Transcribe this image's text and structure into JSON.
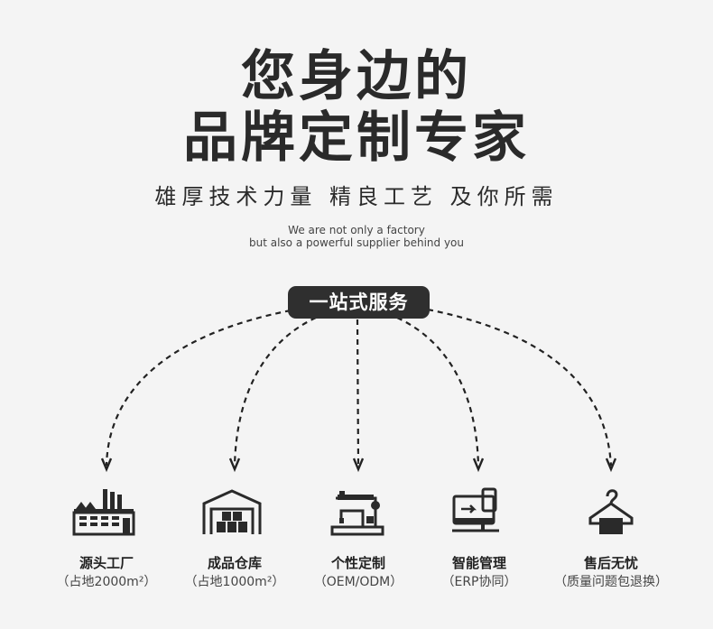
{
  "headline": {
    "line1": "您身边的",
    "line2": "品牌定制专家"
  },
  "tagline": "雄厚技术力量 精良工艺 及你所需",
  "english": {
    "line1": "We are not only a factory",
    "line2": "but also a powerful supplier behind you"
  },
  "service_badge": "一站式服务",
  "items": [
    {
      "title": "源头工厂",
      "subtitle": "（占地2000m²）",
      "icon": "factory-icon"
    },
    {
      "title": "成品仓库",
      "subtitle": "（占地1000m²）",
      "icon": "warehouse-icon"
    },
    {
      "title": "个性定制",
      "subtitle": "（OEM/ODM）",
      "icon": "sewing-machine-icon"
    },
    {
      "title": "智能管理",
      "subtitle": "（ERP协同）",
      "icon": "erp-computer-icon"
    },
    {
      "title": "售后无忧",
      "subtitle": "（质量问题包退换）",
      "icon": "hanger-icon"
    }
  ]
}
